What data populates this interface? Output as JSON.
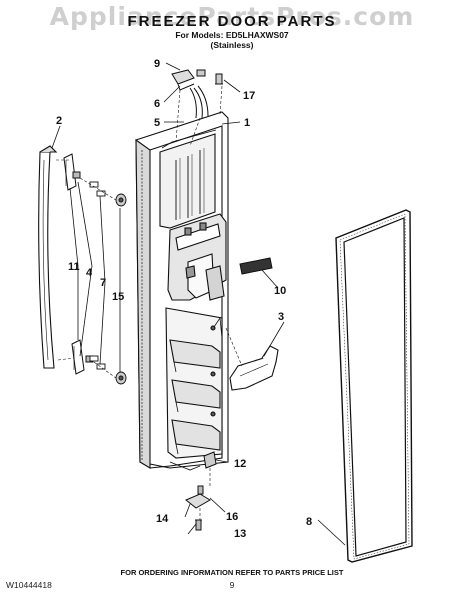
{
  "watermark": "AppliancePartsPros.com",
  "title": "FREEZER DOOR PARTS",
  "models_line": "For Models: ED5LHAXWS07",
  "variant_line": "(Stainless)",
  "footer": {
    "doc_number": "W10444418",
    "ordering_note": "FOR ORDERING INFORMATION REFER TO PARTS PRICE LIST",
    "page_number": "9"
  },
  "callouts": {
    "c1": "1",
    "c2": "2",
    "c3": "3",
    "c4": "4",
    "c5": "5",
    "c6": "6",
    "c7": "7",
    "c8": "8",
    "c9": "9",
    "c10": "10",
    "c11": "11",
    "c12": "12",
    "c13": "13",
    "c14": "14",
    "c15": "15",
    "c16": "16",
    "c17": "17"
  }
}
